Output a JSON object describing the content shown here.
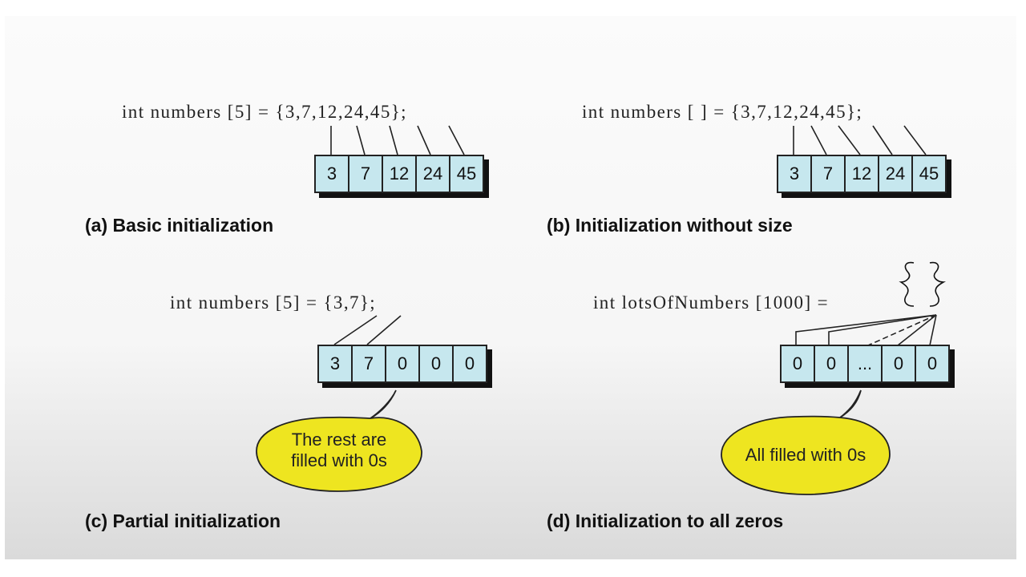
{
  "panels": {
    "a": {
      "code": "int numbers [5] = {3,7,12,24,45};",
      "cells": [
        "3",
        "7",
        "12",
        "24",
        "45"
      ],
      "caption": "(a) Basic initialization"
    },
    "b": {
      "code": "int numbers [ ] = {3,7,12,24,45};",
      "cells": [
        "3",
        "7",
        "12",
        "24",
        "45"
      ],
      "caption": "(b) Initialization without size"
    },
    "c": {
      "code": "int numbers [5] = {3,7};",
      "cells": [
        "3",
        "7",
        "0",
        "0",
        "0"
      ],
      "callout": "The rest are\nfilled with 0s",
      "caption": "(c) Partial initialization"
    },
    "d": {
      "code": "int lotsOfNumbers [1000] = ",
      "braces": "{ }",
      "cells": [
        "0",
        "0",
        "...",
        "0",
        "0"
      ],
      "callout": "All filled with 0s",
      "caption": "(d) Initialization to all zeros"
    }
  },
  "colors": {
    "cell_fill": "#c6e7ee",
    "callout_fill": "#eee520",
    "shadow": "#111111"
  }
}
